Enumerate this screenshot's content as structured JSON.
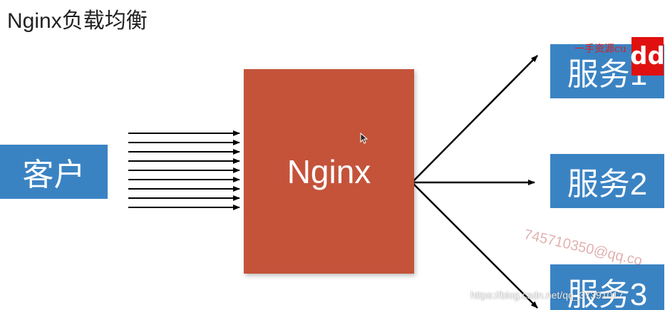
{
  "title": "Nginx负载均衡",
  "client": {
    "label": "客户"
  },
  "balancer": {
    "label": "Nginx"
  },
  "servers": [
    {
      "label": "服务1"
    },
    {
      "label": "服务2"
    },
    {
      "label": "服务3"
    }
  ],
  "watermarks": {
    "red_text": "一手资源cu",
    "logo_text": "dd",
    "diagonal_text": "745710350@qq.co",
    "url_text": "https://blog.csdn.net/qq_37391017"
  },
  "colors": {
    "box_blue": "#3a83c3",
    "nginx_red": "#c4533a",
    "arrow": "#000000"
  },
  "icons": {
    "cursor": "mouse-pointer-icon"
  }
}
